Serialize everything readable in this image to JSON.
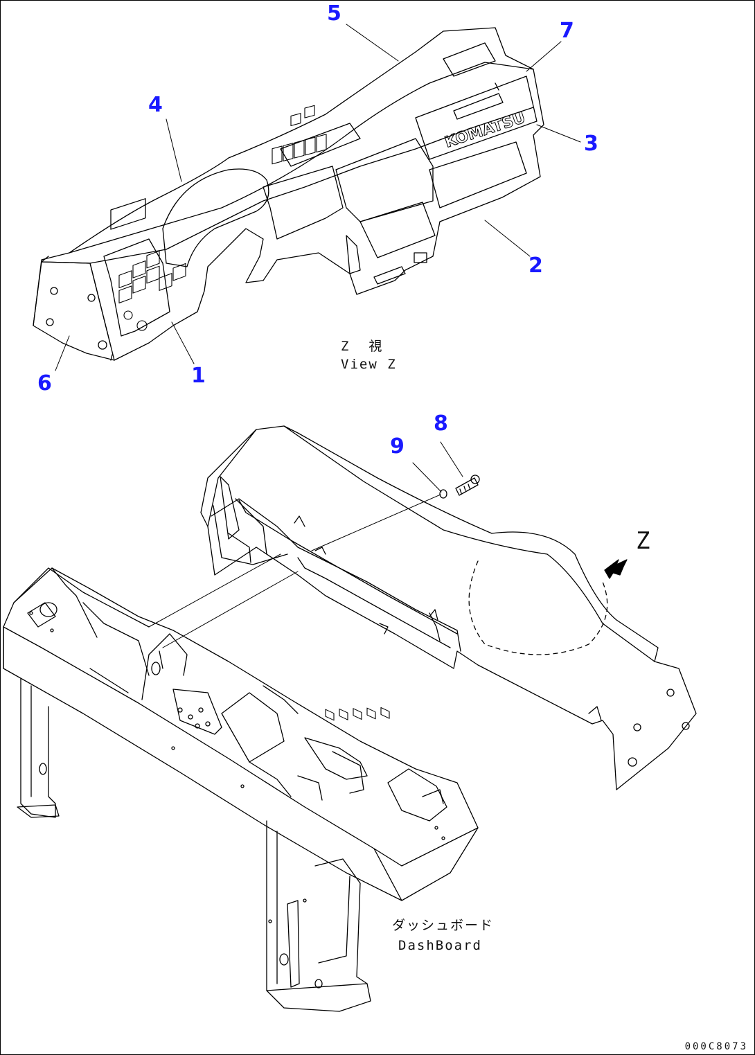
{
  "callouts": {
    "c1": "1",
    "c2": "2",
    "c3": "3",
    "c4": "4",
    "c5": "5",
    "c6": "6",
    "c7": "7",
    "c8": "8",
    "c9": "9"
  },
  "view_label_jp": "Z  視",
  "view_label_en": "View Z",
  "z_arrow_label": "Z",
  "dashboard_label_jp": "ダッシュボード",
  "dashboard_label_en": "DashBoard",
  "panel_logo": "KOMATSU",
  "drawing_code": "000C8073",
  "colors": {
    "callout": "#1a1aff",
    "line": "#000000"
  }
}
